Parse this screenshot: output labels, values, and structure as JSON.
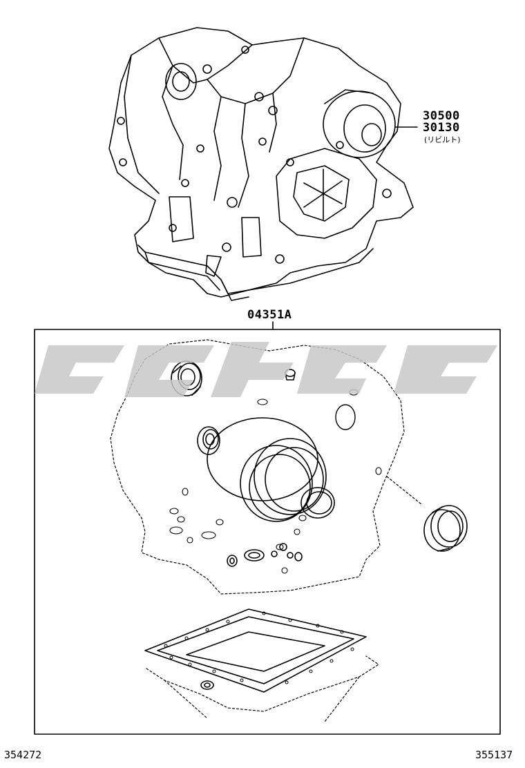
{
  "callouts": {
    "part_30500": "30500",
    "part_30130": "30130",
    "part_30130_note": "(リビルト)",
    "kit": "04351A"
  },
  "footer": {
    "left_code": "354272",
    "right_code": "355137"
  },
  "colors": {
    "line": "#000000",
    "watermark": "#c8c8c8",
    "background": "#ffffff"
  }
}
